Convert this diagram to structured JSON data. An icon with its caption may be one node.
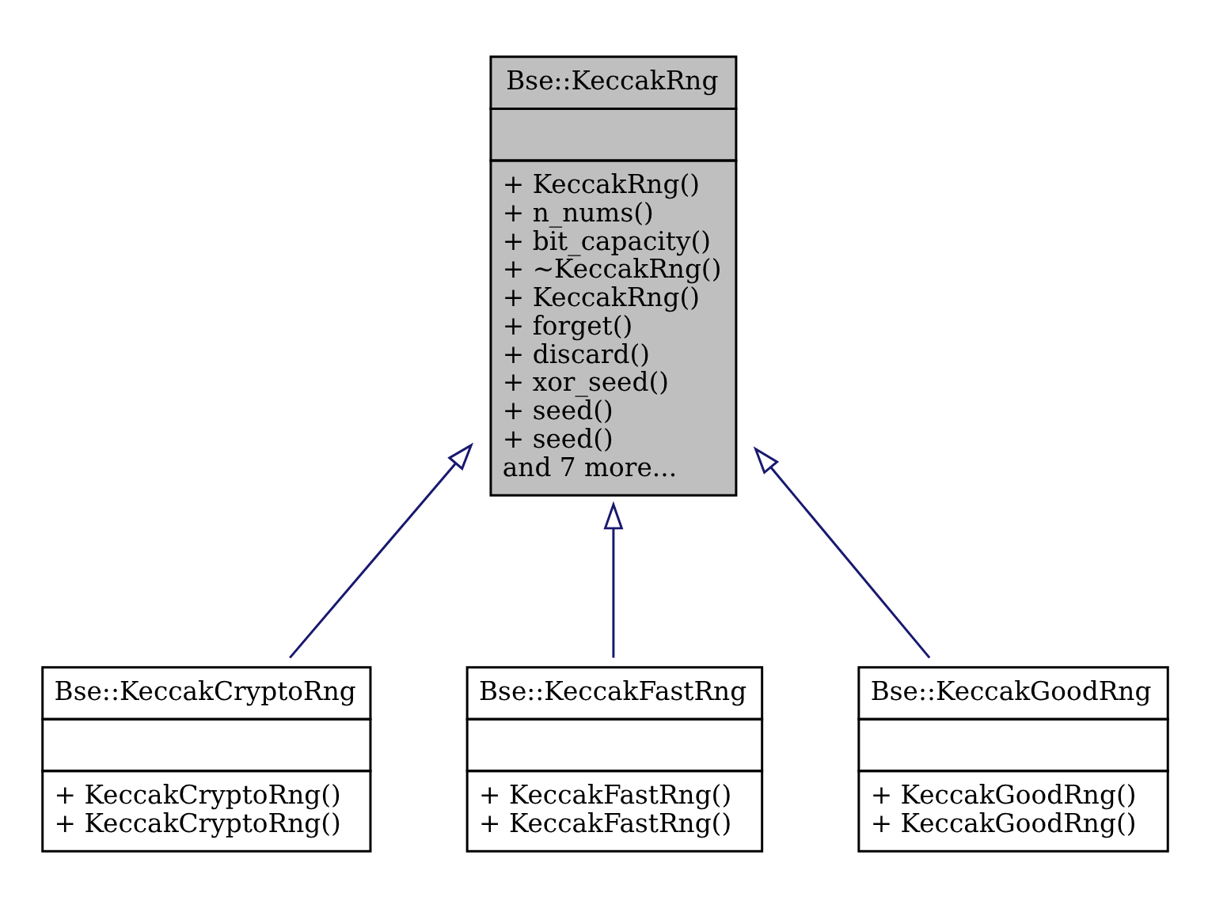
{
  "diagram": {
    "nodes": [
      {
        "text": [
          "Bse::KeccakRng",
          "+ KeccakRng()",
          "+ n_nums()",
          "+ bit_capacity()",
          "+ ~KeccakRng()",
          "+ KeccakRng()",
          "+ forget()",
          "+ discard()",
          "+ xor_seed()",
          "+ seed()",
          "+ seed()",
          "and 7 more..."
        ]
      },
      {
        "text": [
          "Bse::KeccakCryptoRng",
          "+ KeccakCryptoRng()",
          "+ KeccakCryptoRng()"
        ]
      },
      {
        "text": [
          "Bse::KeccakFastRng",
          "+ KeccakFastRng()",
          "+ KeccakFastRng()"
        ]
      },
      {
        "text": [
          "Bse::KeccakGoodRng",
          "+ KeccakGoodRng()",
          "+ KeccakGoodRng()"
        ]
      }
    ],
    "edges": [
      {
        "from": 1,
        "to": 0,
        "arrow": "to"
      },
      {
        "from": 2,
        "to": 0,
        "arrow": "to"
      },
      {
        "from": 3,
        "to": 0,
        "arrow": "to"
      }
    ]
  }
}
